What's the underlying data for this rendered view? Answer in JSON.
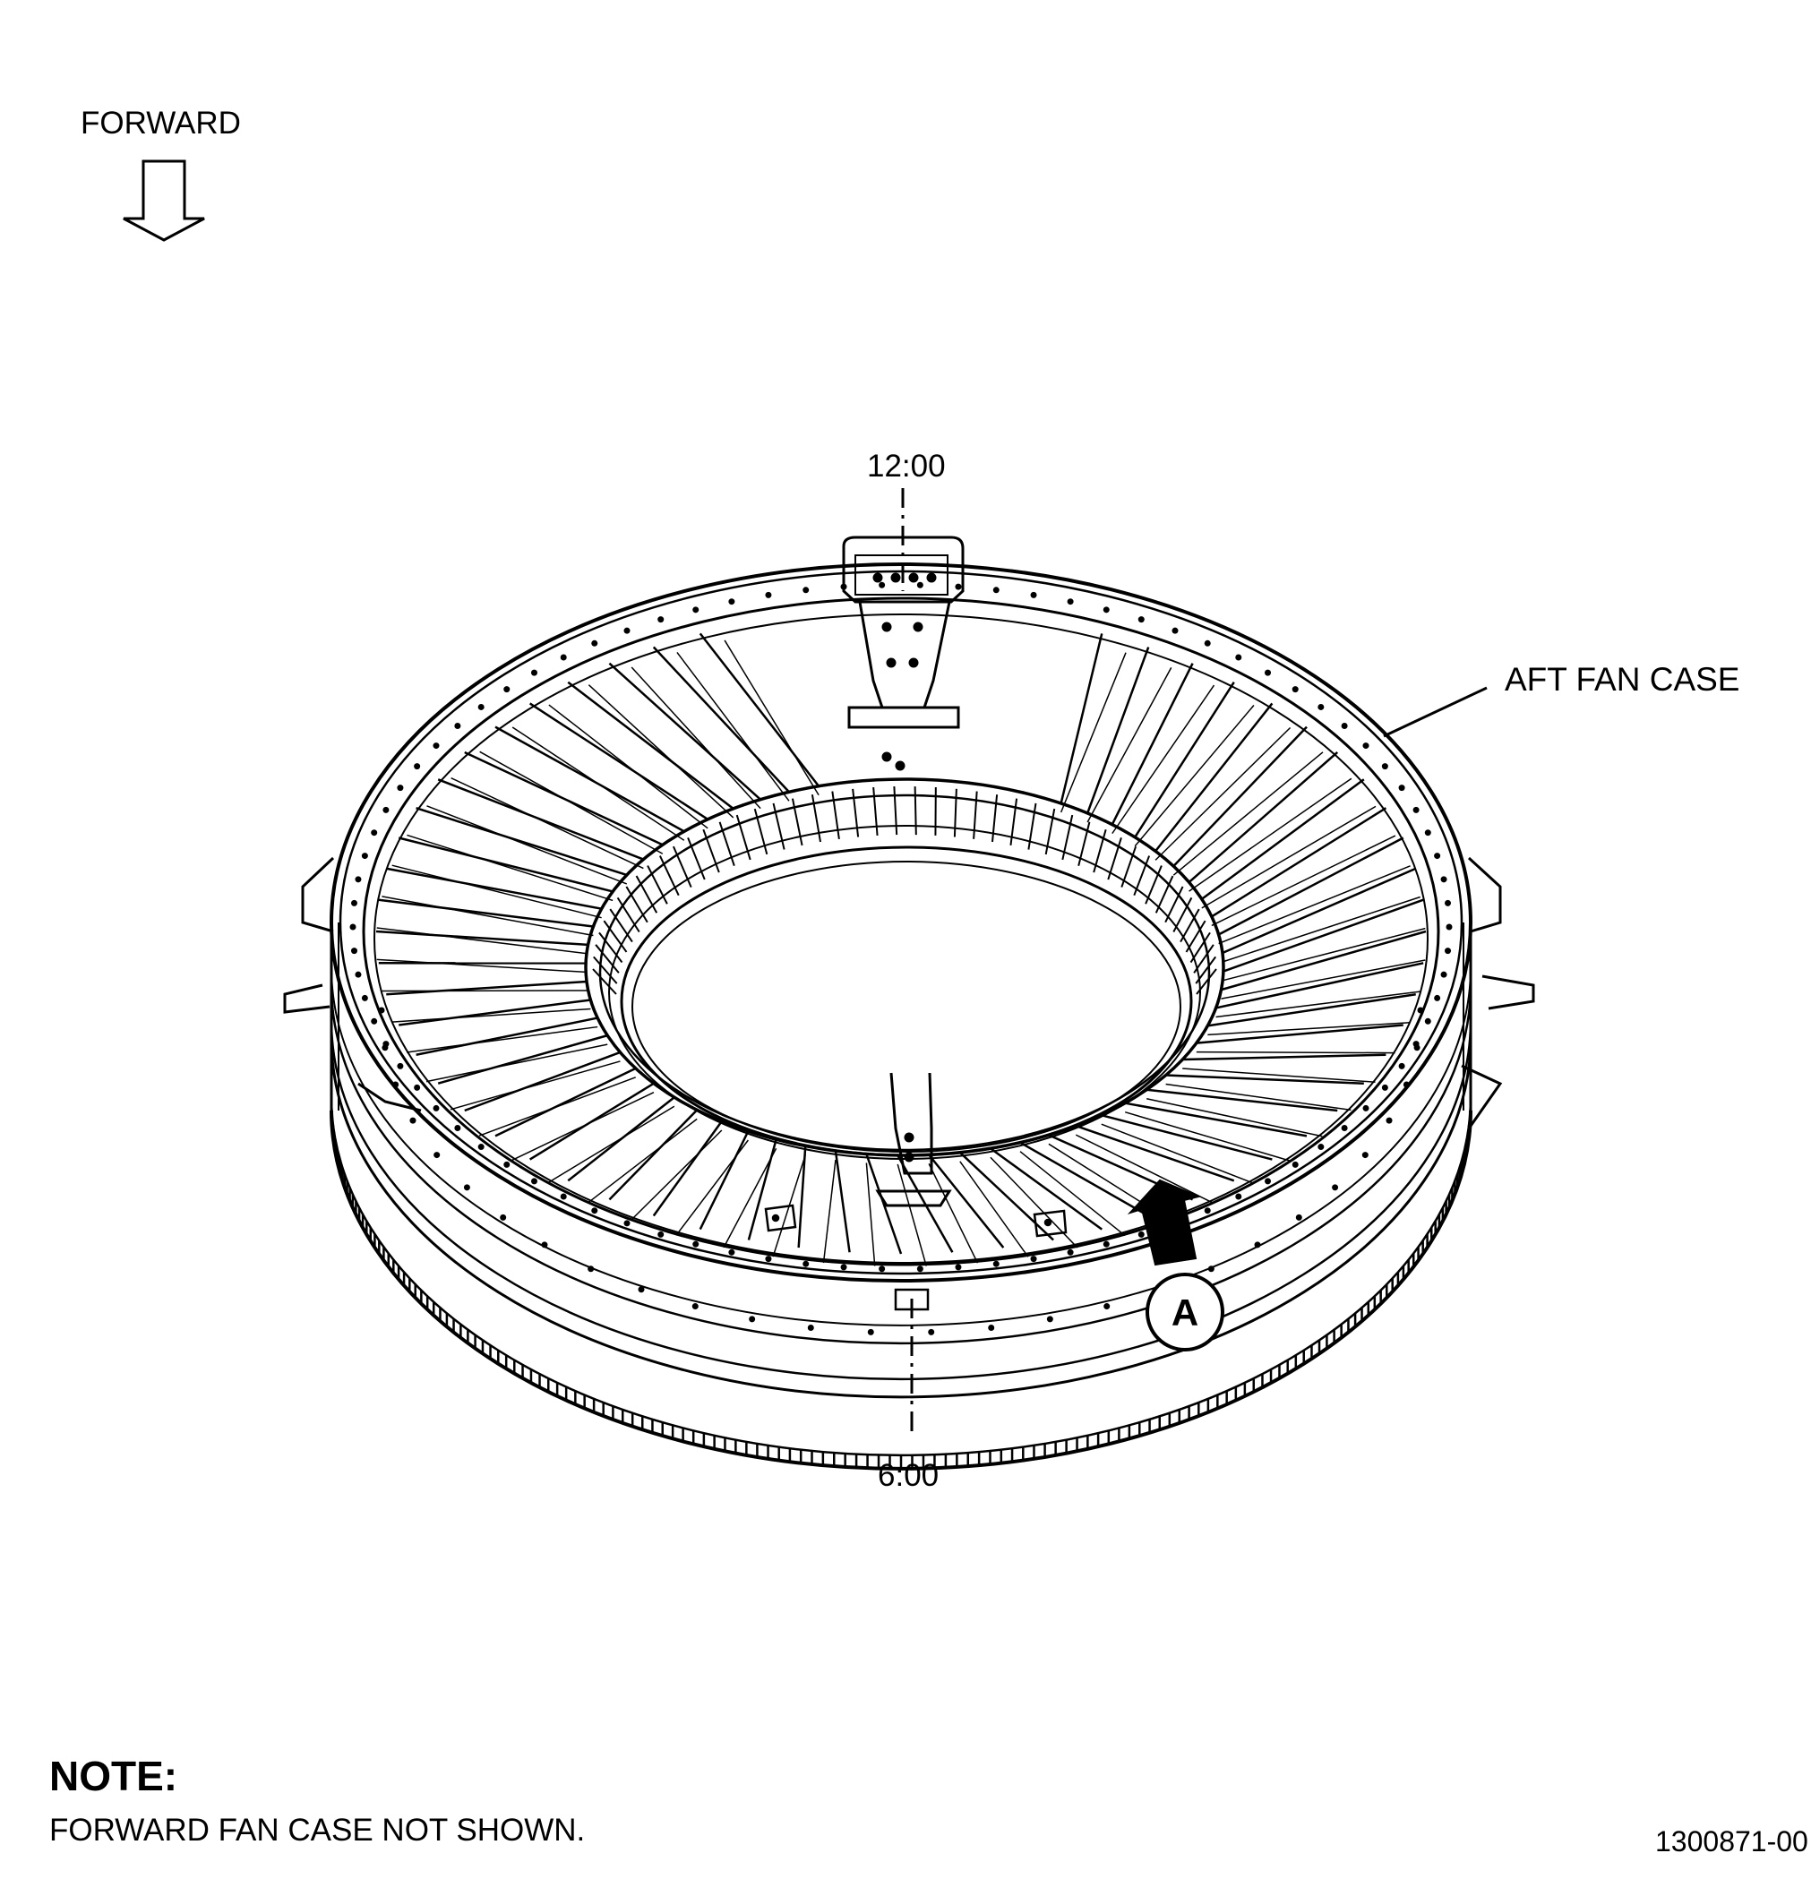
{
  "labels": {
    "forward": "FORWARD",
    "clock_top": "12:00",
    "clock_bottom": "6:00",
    "part_callout": "AFT FAN CASE",
    "detail_callout": "A"
  },
  "note": {
    "title": "NOTE:",
    "text": "FORWARD FAN CASE NOT SHOWN."
  },
  "drawing_number": "1300871-00"
}
